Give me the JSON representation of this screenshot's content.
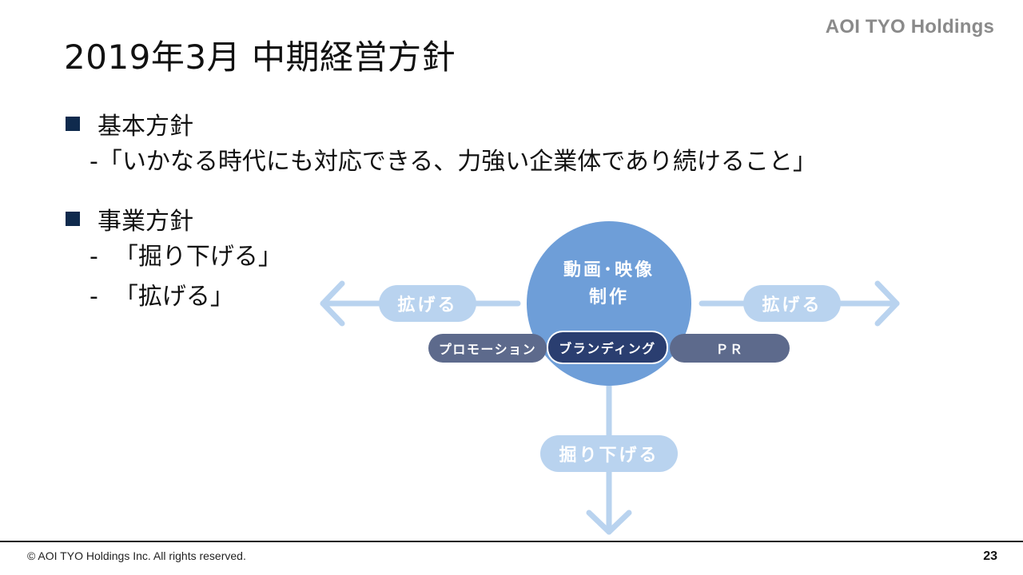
{
  "brand": "AOI TYO Holdings",
  "title": "2019年3月 中期経営方針",
  "sections": [
    {
      "heading": "基本方針",
      "items": [
        "-「いかなる時代にも対応できる、力強い企業体であり続けること」"
      ]
    },
    {
      "heading": "事業方針",
      "items": [
        "-",
        "「掘り下げる」",
        "-",
        "「拡げる」"
      ]
    }
  ],
  "diagram": {
    "center_line1": "動画･映像",
    "center_line2": "制作",
    "left_expand": "拡げる",
    "right_expand": "拡げる",
    "down_label": "掘り下げる",
    "tags": [
      "プロモーション",
      "ブランディング",
      "ＰＲ"
    ]
  },
  "colors": {
    "navy": "#0f2a4d",
    "circle": "#6e9ed8",
    "light_arrow": "#b9d3ef",
    "tag": "#5d6a8c",
    "tag_center": "#2a3e70"
  },
  "footer": {
    "copyright": "© AOI TYO Holdings Inc. All rights reserved.",
    "page": "23"
  }
}
